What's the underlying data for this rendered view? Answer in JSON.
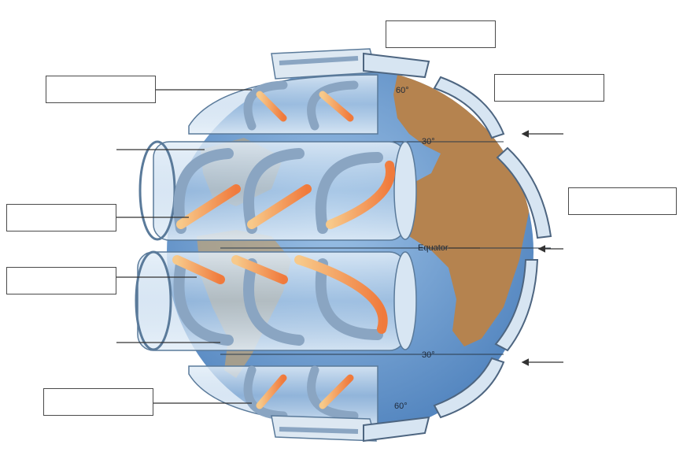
{
  "latitudes": {
    "north_60": "60°",
    "north_30": "30°",
    "equator": "Equator",
    "south_30": "30°",
    "south_60": "60°"
  },
  "label_boxes": [
    "",
    "",
    "",
    "",
    "",
    "",
    "",
    ""
  ],
  "colors": {
    "ocean": "#6f9fd0",
    "land": "#b5834f",
    "cell_fill": "#c9dcef",
    "warm_arrow": "#f08a4b",
    "cool_arrow": "#7f9ab8",
    "wind_band": "#dfe9f3"
  }
}
